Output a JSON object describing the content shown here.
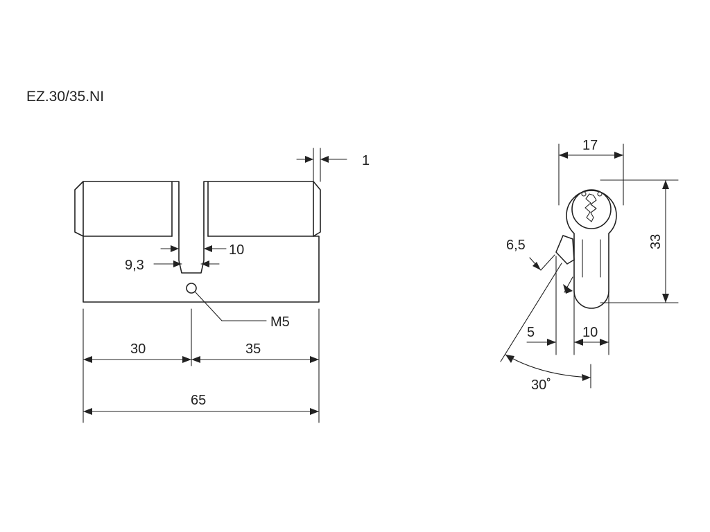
{
  "model_code": "EZ.30/35.NI",
  "side_view": {
    "dim_gap": "1",
    "dim_cam_width": "10",
    "dim_cam_recess": "9,3",
    "dim_screw_thread": "M5",
    "dim_left_length": "30",
    "dim_right_length": "35",
    "dim_total_length": "65"
  },
  "profile_view": {
    "dim_width": "17",
    "dim_height": "33",
    "dim_cam_thickness": "6,5",
    "dim_cam_offset": "5",
    "dim_bottom_width": "10",
    "dim_cam_angle": "30˚"
  },
  "colors": {
    "line": "#222222",
    "background": "#ffffff"
  }
}
